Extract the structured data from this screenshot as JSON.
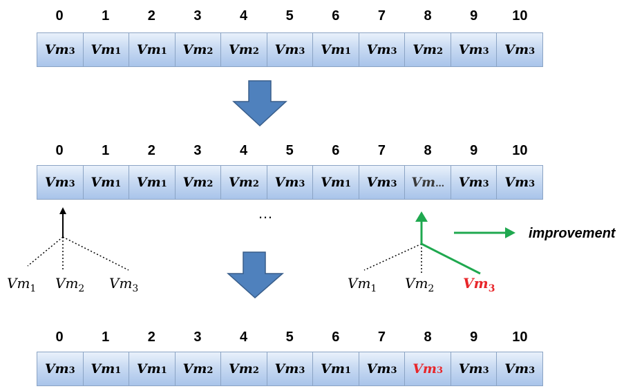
{
  "indices": [
    "0",
    "1",
    "2",
    "3",
    "4",
    "5",
    "6",
    "7",
    "8",
    "9",
    "10"
  ],
  "rows": [
    {
      "cells": [
        {
          "base": "Vm",
          "sub": "3"
        },
        {
          "base": "Vm",
          "sub": "1"
        },
        {
          "base": "Vm",
          "sub": "1"
        },
        {
          "base": "Vm",
          "sub": "2"
        },
        {
          "base": "Vm",
          "sub": "2"
        },
        {
          "base": "Vm",
          "sub": "3"
        },
        {
          "base": "Vm",
          "sub": "1"
        },
        {
          "base": "Vm",
          "sub": "3"
        },
        {
          "base": "Vm",
          "sub": "2"
        },
        {
          "base": "Vm",
          "sub": "3"
        },
        {
          "base": "Vm",
          "sub": "3"
        }
      ]
    },
    {
      "cells": [
        {
          "base": "Vm",
          "sub": "3"
        },
        {
          "base": "Vm",
          "sub": "1"
        },
        {
          "base": "Vm",
          "sub": "1"
        },
        {
          "base": "Vm",
          "sub": "2"
        },
        {
          "base": "Vm",
          "sub": "2"
        },
        {
          "base": "Vm",
          "sub": "3"
        },
        {
          "base": "Vm",
          "sub": "1"
        },
        {
          "base": "Vm",
          "sub": "3"
        },
        {
          "base": "Vm",
          "sub": "…",
          "style": "dark"
        },
        {
          "base": "Vm",
          "sub": "3"
        },
        {
          "base": "Vm",
          "sub": "3"
        }
      ]
    },
    {
      "cells": [
        {
          "base": "Vm",
          "sub": "3"
        },
        {
          "base": "Vm",
          "sub": "1"
        },
        {
          "base": "Vm",
          "sub": "1"
        },
        {
          "base": "Vm",
          "sub": "2"
        },
        {
          "base": "Vm",
          "sub": "2"
        },
        {
          "base": "Vm",
          "sub": "3"
        },
        {
          "base": "Vm",
          "sub": "1"
        },
        {
          "base": "Vm",
          "sub": "3"
        },
        {
          "base": "Vm",
          "sub": "3",
          "style": "red"
        },
        {
          "base": "Vm",
          "sub": "3"
        },
        {
          "base": "Vm",
          "sub": "3"
        }
      ]
    }
  ],
  "left_choices": [
    {
      "base": "Vm",
      "sub": "1"
    },
    {
      "base": "Vm",
      "sub": "2"
    },
    {
      "base": "Vm",
      "sub": "3"
    }
  ],
  "right_choices": [
    {
      "base": "Vm",
      "sub": "1"
    },
    {
      "base": "Vm",
      "sub": "2"
    },
    {
      "base": "Vm",
      "sub": "3",
      "style": "red"
    }
  ],
  "ellipsis": "…",
  "improvement_label": "improvement",
  "colors": {
    "arrow_fill": "#4f81bd",
    "arrow_stroke": "#385d8a",
    "improvement_green": "#1fa84f",
    "highlight_red": "#e8262a"
  }
}
